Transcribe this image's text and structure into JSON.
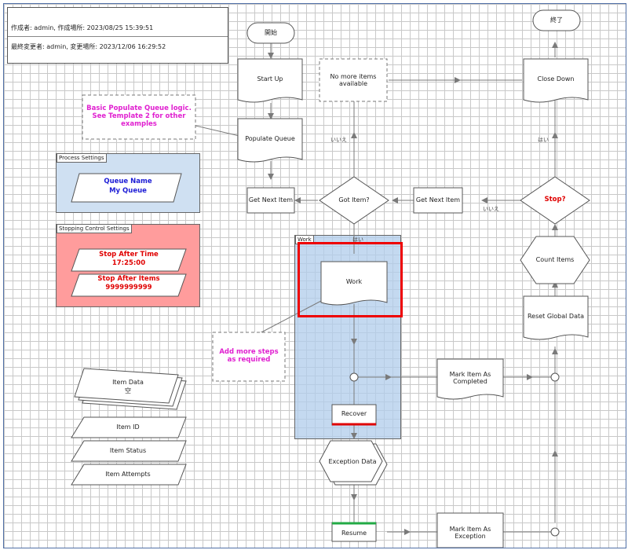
{
  "info": {
    "created": "作成者: admin, 作成場所: 2023/08/25 15:39:51",
    "modified": "最終変更者: admin, 変更場所: 2023/12/06 16:29:52"
  },
  "regions": {
    "process_settings": "Process Settings",
    "stopping_control": "Stopping Control Settings",
    "work": "Work"
  },
  "nodes": {
    "start": "開始",
    "end": "終了",
    "start_up": "Start Up",
    "no_more_items": "No more items available",
    "close_down": "Close Down",
    "populate_note": "Basic Populate Queue logic.  See Template 2 for other examples",
    "populate_queue": "Populate Queue",
    "get_next_item_left": "Get Next Item",
    "got_item": "Got Item?",
    "get_next_item_right": "Get Next Item",
    "stop": "Stop?",
    "count_items": "Count Items",
    "reset_global": "Reset Global Data",
    "work": "Work",
    "add_steps_note": "Add more steps as required",
    "queue_name": "Queue Name",
    "queue_value": "My Queue",
    "stop_after_time": "Stop After Time",
    "stop_time_value": "17:25:00",
    "stop_after_items": "Stop After Items",
    "stop_items_value": "9999999999",
    "item_data": "Item Data",
    "item_data_value": "空",
    "item_id": "Item ID",
    "item_status": "Item Status",
    "item_attempts": "Item Attempts",
    "mark_completed": "Mark Item As Completed",
    "recover": "Recover",
    "exception_data": "Exception Data",
    "resume": "Resume",
    "mark_exception": "Mark Item As Exception"
  },
  "edge_labels": {
    "iie_top": "いいえ",
    "hai_top": "はい",
    "iie_right": "いいえ",
    "hai_work": "はい"
  },
  "colors": {
    "process_fill": "#cfe0f2",
    "stopping_fill": "#ff9c9c",
    "work_fill": "#c3d7ee",
    "highlight": "#ee0000",
    "recover_bar": "#e00000",
    "resume_bar": "#22aa44",
    "connector": "#7a7a7a",
    "note_text": "#e020d0"
  }
}
